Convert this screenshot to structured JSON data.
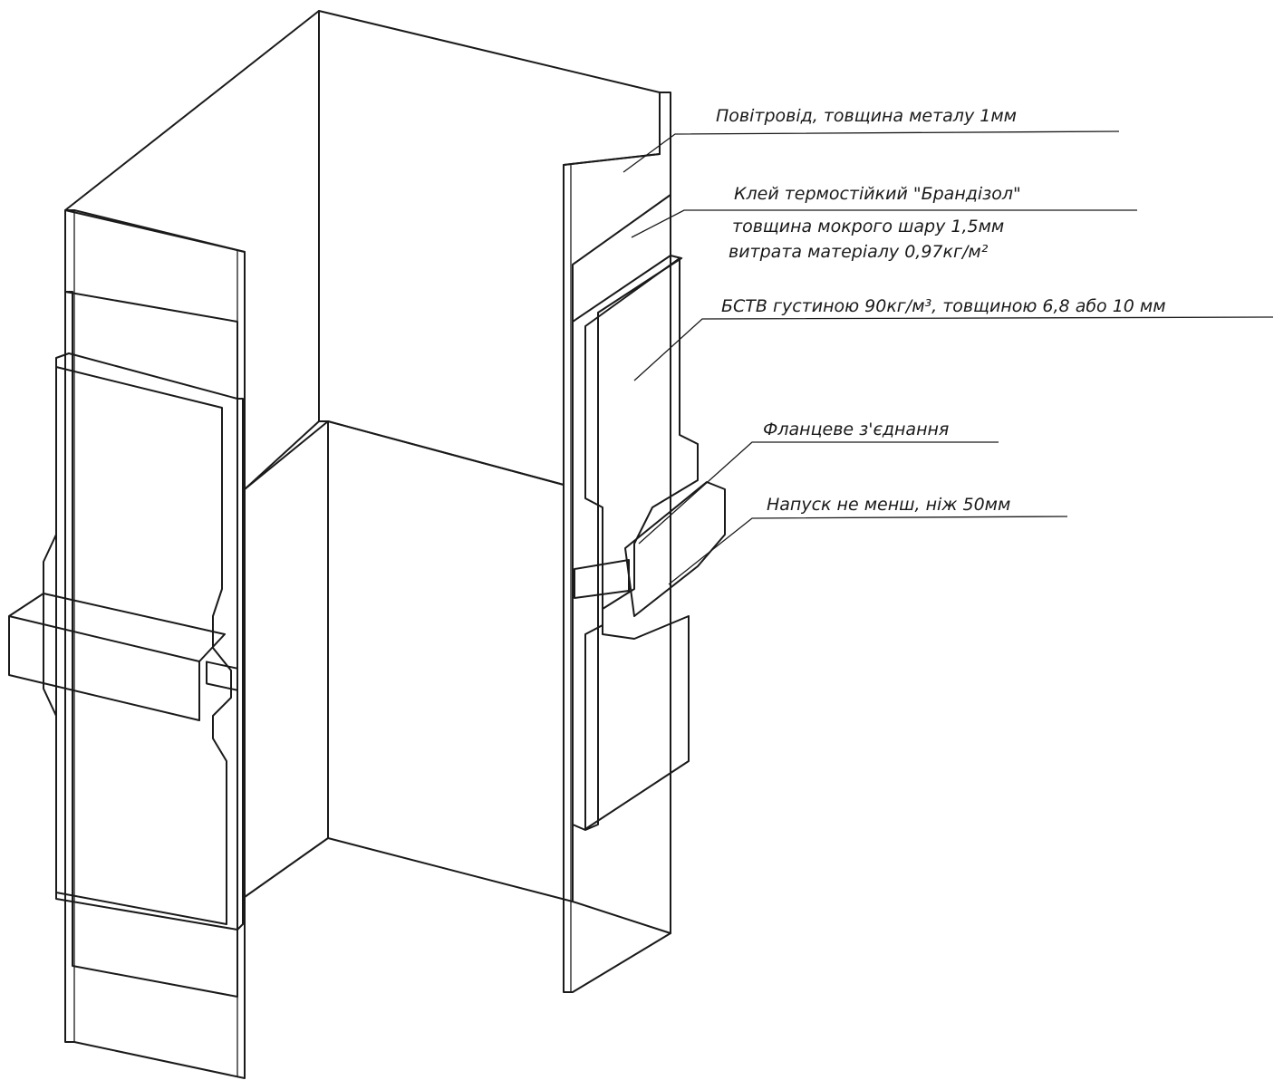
{
  "colors": {
    "duct_metal": "#ffffff",
    "adhesive": "#f3e6ae",
    "foil_layer": "#bfe8f1",
    "insulation_board": "#f3abab",
    "outline": "#1a1a1a"
  },
  "labels": {
    "duct": "Повітровід, товщина металу 1мм",
    "adhesive_title": "Клей термостійкий \"Брандізол\"",
    "adhesive_thickness": "товщина мокрого шару 1,5мм",
    "adhesive_consumption": "витрата матеріалу 0,97кг/м²",
    "insulation": "БСТВ густиною 90кг/м³, товщиною 6,8 або 10 мм",
    "flange": "Фланцеве з'єднання",
    "overlap": "Напуск не менш, ніж 50мм"
  }
}
